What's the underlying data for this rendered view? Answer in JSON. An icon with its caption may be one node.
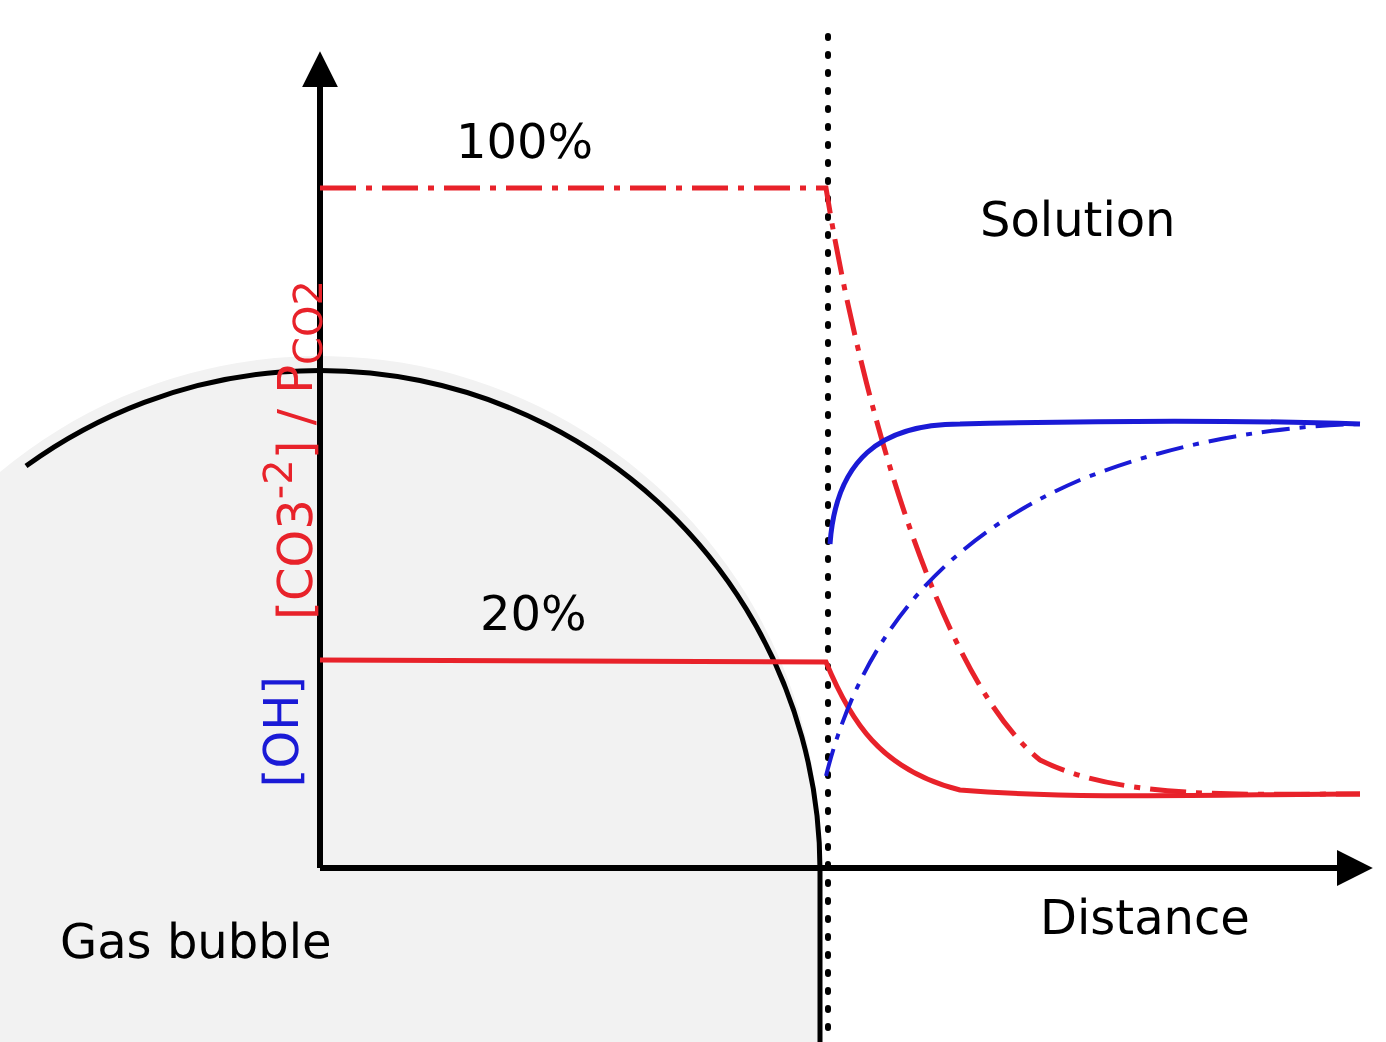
{
  "diagram": {
    "labels": [
      "100%",
      "Solution",
      "[CO3$^{-2}$] / P$_{CO2}$",
      "20%",
      "[OH]",
      "Gas bubble",
      "Distance"
    ]
  }
}
